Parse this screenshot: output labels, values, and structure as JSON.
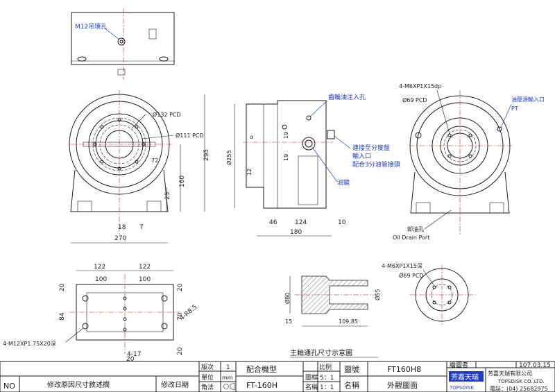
{
  "top_view": {
    "label": "M12吊環孔"
  },
  "front_view": {
    "labels": {
      "pcd132": "Ø132 PCD",
      "pcd111": "Ø111 PCD",
      "d72": "72"
    },
    "dims": {
      "h295": "295",
      "h160": "160",
      "h25": "25",
      "w18": "18",
      "w7": "7",
      "w270": "270"
    }
  },
  "side_view": {
    "labels": {
      "oil_fill": "齒輪油注入孔",
      "conn1": "連接至分度盤",
      "conn2": "輸入口",
      "conn3": "配合3分油管接頭",
      "oil_level": "油鏡"
    },
    "dims": {
      "d255": "Ø255",
      "d12": "12",
      "d19a": "19",
      "d19b": "19",
      "d46": "46",
      "d124": "124",
      "d10": "10",
      "d180": "180",
      "alpha": "α"
    }
  },
  "rear_view": {
    "labels": {
      "thread": "4-M6XP1X15dp",
      "d69": "Ø69 PCD",
      "pneu1": "油壓源輸入口",
      "pneu2": "PT",
      "drain1": "卸油孔",
      "drain2": "Oil Drain Port"
    }
  },
  "bottom_view": {
    "dims": {
      "w122a": "122",
      "w122b": "122",
      "w100a": "100",
      "w100b": "100",
      "h20a": "20",
      "h20b": "20",
      "h20c": "20",
      "h20d": "20",
      "h84": "84",
      "h70": "70",
      "r85": "4-R8.5",
      "w17": "4-17"
    },
    "labels": {
      "thread": "4-M12XP1.75X20深"
    }
  },
  "spindle_detail": {
    "labels": {
      "thread": "4-M6XP1X15深",
      "d69": "Ø69 PCD",
      "title": "主軸通孔尺寸示意圖"
    },
    "dims": {
      "d80": "Ø80",
      "d55": "Ø55",
      "d15": "15",
      "d109": "109,85"
    }
  },
  "title_block": {
    "no_label": "NO",
    "revision_label": "修改原因尺寸敘述欄",
    "revision_date_label": "修改日期",
    "version_label": "版次",
    "version_value": "1",
    "unit_label": "單位",
    "unit_value": "mm",
    "angle_label": "角法",
    "model_label": "配合機型",
    "model_value": "FT-160H",
    "ratio_label": "比例",
    "frame_label": "圖框",
    "frame_value": "5：1",
    "name_scale_label": "名稱",
    "name_scale_value": "1：1",
    "drawing_no_label": "圖號",
    "drawing_no_value": "FT160H8",
    "name_label": "名稱",
    "name_value": "外觀圖面",
    "drafter_label": "繪圖者",
    "date_value": "107.03.15",
    "logo_text": "芳嘉天瑞",
    "logo_sub": "TOPSDISK",
    "company_cn": "芳嘉天瑞有限公司",
    "company_en": "TOPSDISK CO.,LTD.",
    "phone": "電話：(04) 25682975"
  }
}
